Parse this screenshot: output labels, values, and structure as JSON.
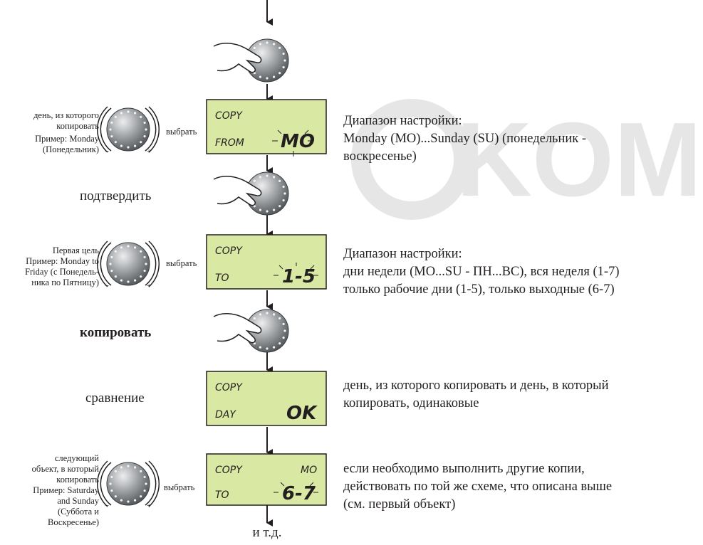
{
  "watermark": {
    "text": "KOMFOR"
  },
  "colors": {
    "lcd_bg": "#d9e8a2",
    "lcd_border": "#231f20",
    "knob_dark": "#5d6063",
    "knob_light": "#e8e9ea",
    "watermark": "#e6e6e6"
  },
  "steps": [
    {
      "id": "s1",
      "action_label": "выбрать",
      "side_note": [
        "день, из которого",
        "копировать",
        "Пример:  Monday",
        "(Понедельник)"
      ],
      "lcd": {
        "line1": "COPY",
        "line2_left": "FROM",
        "line2_right": "MO",
        "top_right": ""
      },
      "description": [
        "Диапазон настройки:",
        "Monday (MO)...Sunday (SU) (понедельник -",
        "воскресенье)"
      ]
    },
    {
      "id": "s2",
      "label": "подтвердить"
    },
    {
      "id": "s3",
      "action_label": "выбрать",
      "side_note": [
        "Первая цель",
        "Пример: Monday to",
        "Friday (с Понедель-",
        "ника по Пятницу)"
      ],
      "lcd": {
        "line1": "COPY",
        "line2_left": "TO",
        "line2_right": "1-5",
        "top_right": ""
      },
      "description": [
        "Диапазон настройки:",
        "дни недели (MO...SU - ПН...ВС), вся неделя (1-7)",
        "только рабочие дни (1-5), только выходные (6-7)"
      ]
    },
    {
      "id": "s4",
      "label": "копировать"
    },
    {
      "id": "s5",
      "label": "сравнение",
      "lcd": {
        "line1": "COPY",
        "line2_left": "DAY",
        "line2_right": "OK",
        "top_right": ""
      },
      "description": [
        "день, из которого копировать и день, в который",
        "копировать, одинаковые"
      ]
    },
    {
      "id": "s6",
      "action_label": "выбрать",
      "side_note": [
        "следующий",
        "объект, в который",
        "копировать",
        "Пример: Saturday",
        "and Sunday",
        "(Суббота и",
        "Воскресенье)"
      ],
      "lcd": {
        "line1": "COPY",
        "line2_left": "TO",
        "line2_right": "6-7",
        "top_right": "MO"
      },
      "description": [
        "если необходимо выполнить другие копии,",
        "действовать по той же схеме, что описана выше",
        "(см. первый объект)"
      ]
    }
  ],
  "end_label": "и т.д."
}
